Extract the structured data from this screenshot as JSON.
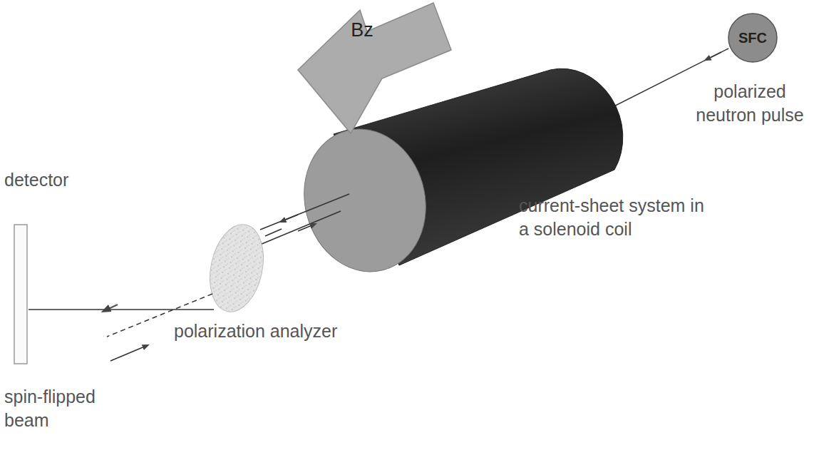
{
  "diagram": {
    "nodes": [
      {
        "text": [
          "Bz"
        ]
      },
      {
        "text": [
          "SFC"
        ]
      }
    ],
    "labels": [
      "polarized neutron pulse",
      "current-sheet system in a solenoid coil",
      "detector",
      "polarization analyzer",
      "spin-flipped beam"
    ]
  }
}
